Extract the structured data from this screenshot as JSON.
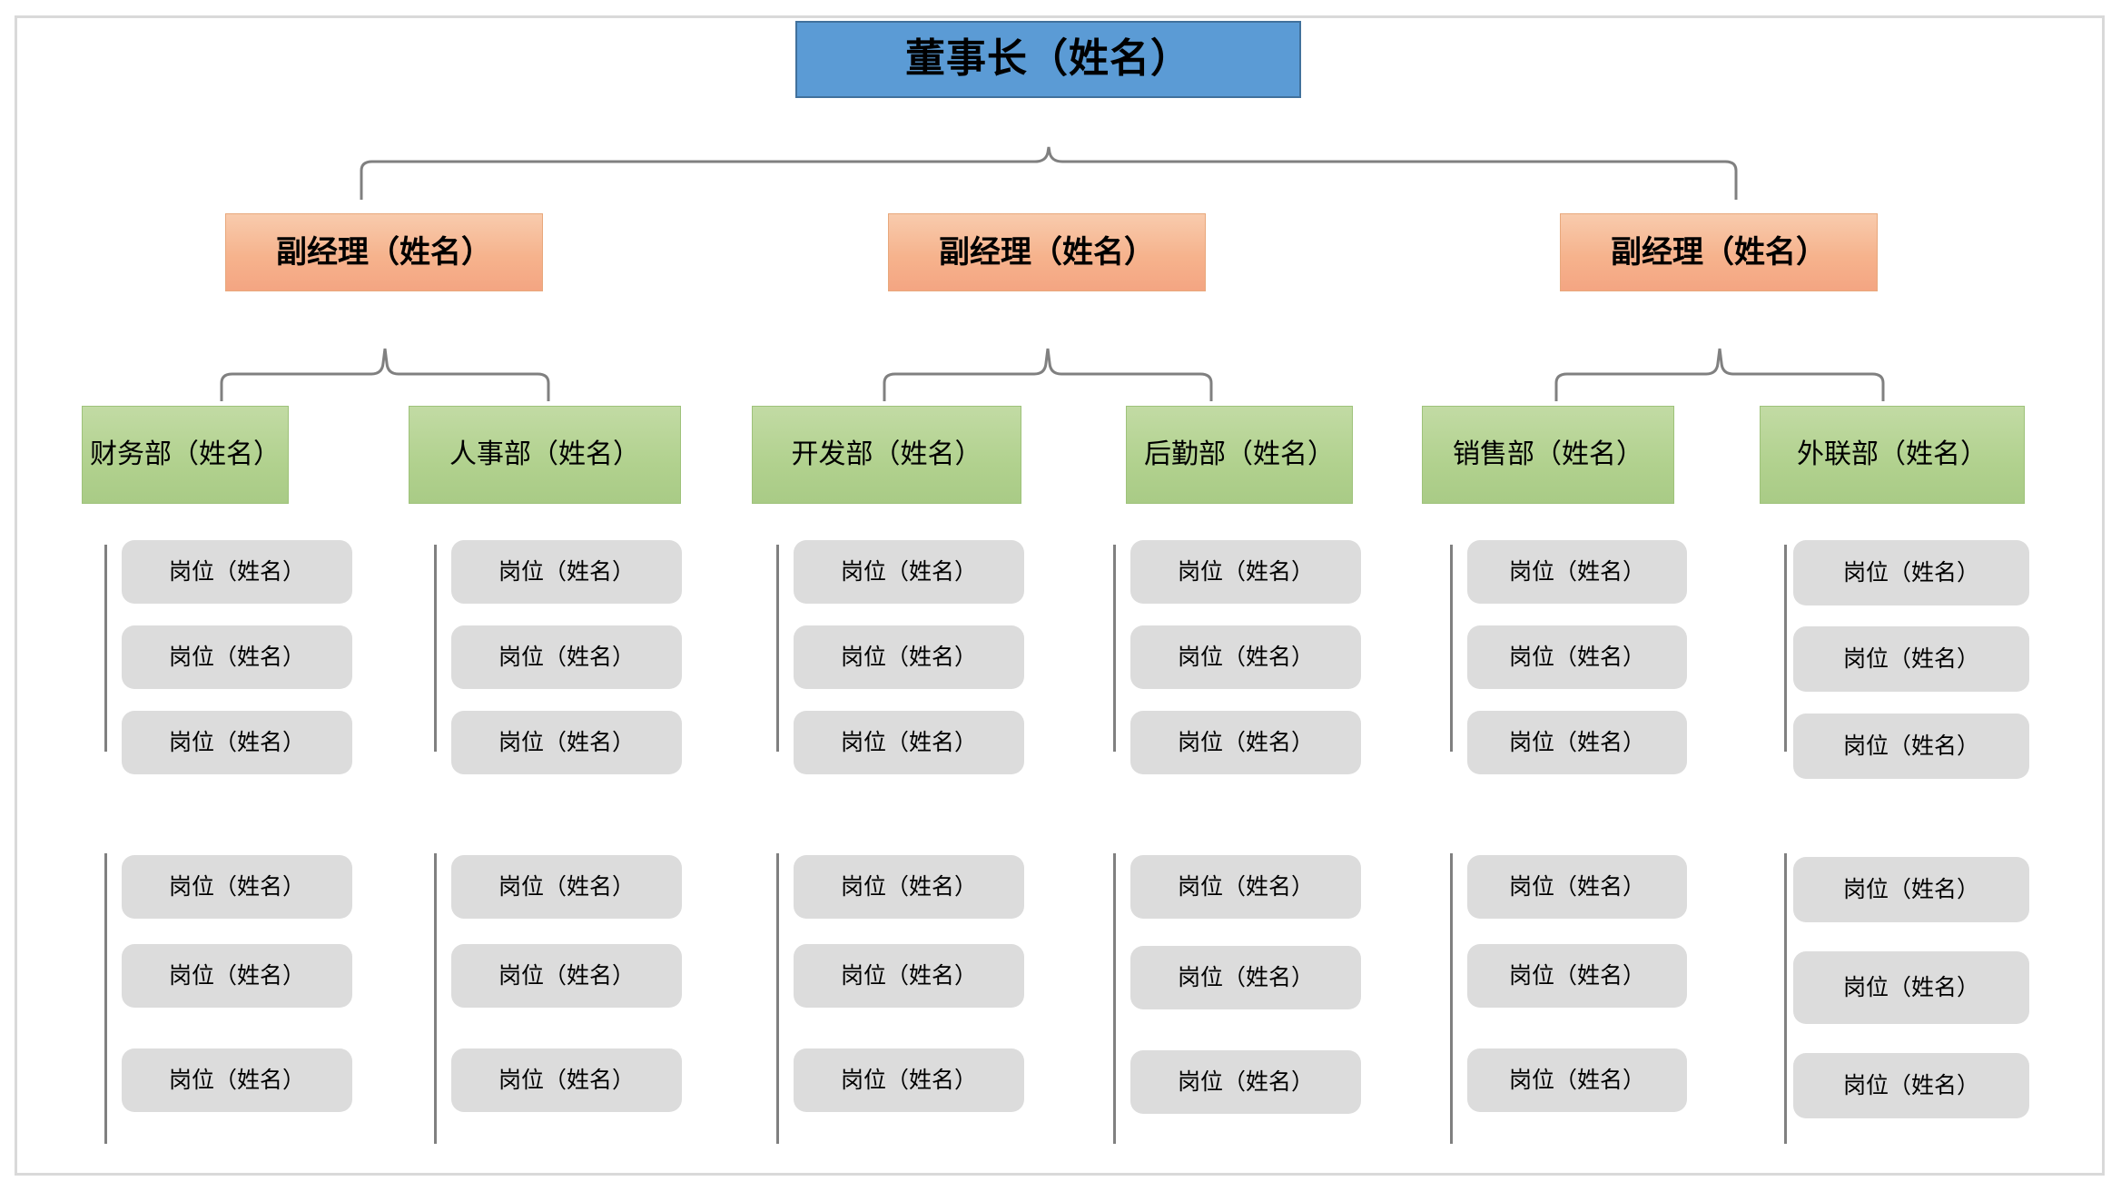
{
  "chart": {
    "title_node": {
      "label": "董事长（姓名）",
      "color": "#5b9bd5",
      "border_color": "#41719c"
    },
    "colors": {
      "level1_fill": "#5b9bd5",
      "level2_fill": "#f4a582",
      "level3_fill": "#a9cb86",
      "level4_fill": "#dcdcdc",
      "connector": "#808080",
      "page_border": "#d9d9d9",
      "text": "#000000"
    },
    "levels": {
      "level1_label": "董事长（姓名）",
      "level2_label": "副经理（姓名）",
      "level4_label": "岗位（姓名）"
    },
    "vice_managers": [
      {
        "label": "副经理（姓名）"
      },
      {
        "label": "副经理（姓名）"
      },
      {
        "label": "副经理（姓名）"
      }
    ],
    "departments": [
      {
        "label": "财务部（姓名）"
      },
      {
        "label": "人事部（姓名）"
      },
      {
        "label": "开发部（姓名）"
      },
      {
        "label": "后勤部（姓名）"
      },
      {
        "label": "销售部（姓名）"
      },
      {
        "label": "外联部（姓名）"
      }
    ],
    "positions": {
      "col1_group1": [
        "岗位（姓名）",
        "岗位（姓名）",
        "岗位（姓名）"
      ],
      "col1_group2": [
        "岗位（姓名）",
        "岗位（姓名）",
        "岗位（姓名）"
      ],
      "col2_group1": [
        "岗位（姓名）",
        "岗位（姓名）",
        "岗位（姓名）"
      ],
      "col2_group2": [
        "岗位（姓名）",
        "岗位（姓名）",
        "岗位（姓名）"
      ],
      "col3_group1": [
        "岗位（姓名）",
        "岗位（姓名）",
        "岗位（姓名）"
      ],
      "col3_group2": [
        "岗位（姓名）",
        "岗位（姓名）",
        "岗位（姓名）"
      ],
      "col4_group1": [
        "岗位（姓名）",
        "岗位（姓名）",
        "岗位（姓名）"
      ],
      "col4_group2": [
        "岗位（姓名）",
        "岗位（姓名）",
        "岗位（姓名）"
      ],
      "col5_group1": [
        "岗位（姓名）",
        "岗位（姓名）",
        "岗位（姓名）"
      ],
      "col5_group2": [
        "岗位（姓名）",
        "岗位（姓名）",
        "岗位（姓名）"
      ],
      "col6_group1": [
        "岗位（姓名）",
        "岗位（姓名）",
        "岗位（姓名）"
      ],
      "col6_group2": [
        "岗位（姓名）",
        "岗位（姓名）",
        "岗位（姓名）"
      ]
    }
  }
}
